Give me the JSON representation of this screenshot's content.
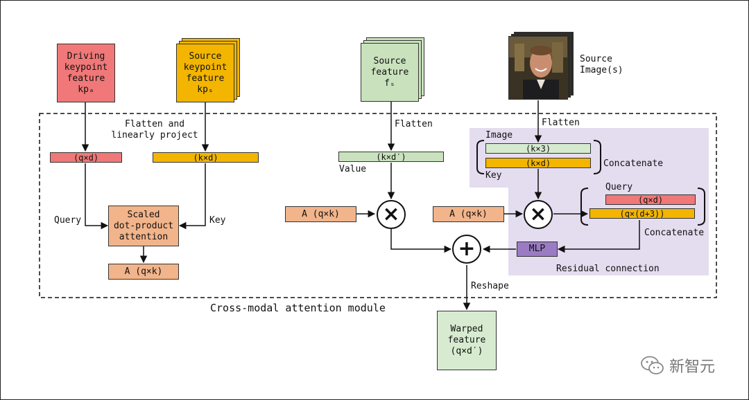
{
  "colors": {
    "driving": "#f07878",
    "source_kp": "#f3b500",
    "feature_green": "#c9e2bd",
    "attention_orange": "#f2b48a",
    "image_green": "#d6ead0",
    "mlp_purple": "#9b7cc4",
    "residual_bg": "#e4dcef",
    "warped": "#d7ebd0"
  },
  "inputs": {
    "driving_kp": "Driving\nkeypoint\nfeature\nkpₐ",
    "source_kp": "Source\nkeypoint\nfeature\nkpₛ",
    "source_feature": "Source\nfeature\nfₛ",
    "source_image": "Source\nImage(s)"
  },
  "labels": {
    "flatten_project": "Flatten and\nlinearly project",
    "flatten_1": "Flatten",
    "flatten_2": "Flatten",
    "query_left": "Query",
    "key_left": "Key",
    "value": "Value",
    "image": "Image",
    "key_right": "Key",
    "concatenate_1": "Concatenate",
    "query_right": "Query",
    "concatenate_2": "Concatenate",
    "residual": "Residual connection",
    "reshape": "Reshape",
    "module": "Cross-modal attention module"
  },
  "bars": {
    "qd_left": "(q×d)",
    "kd_left": "(k×d)",
    "kd_prime": "(k×d′)",
    "k3": "(k×3)",
    "kd_right": "(k×d)",
    "qd_right": "(q×d)",
    "qd3": "(q×(d+3))"
  },
  "blocks": {
    "scaled_attention": "Scaled\ndot-product\nattention",
    "a_left": "A (q×k)",
    "a_mid": "A (q×k)",
    "a_right": "A (q×k)",
    "mlp": "MLP",
    "warped": "Warped\nfeature\n(q×d′)"
  },
  "operators": {
    "multiply": "×",
    "add": "+"
  },
  "watermark": "新智元"
}
